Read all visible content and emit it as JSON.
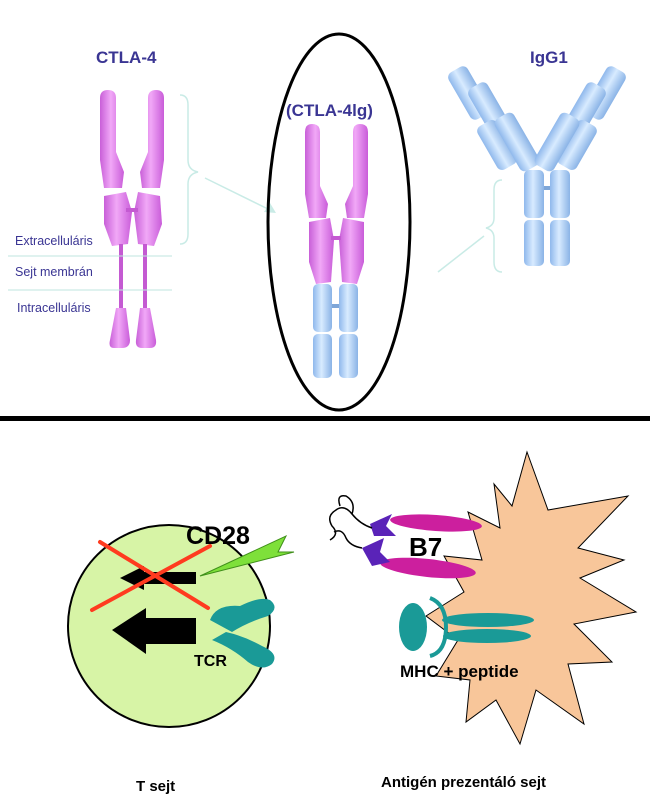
{
  "top": {
    "ctla4_label": "CTLA-4",
    "ctla4ig_label": "(CTLA-4lg)",
    "igg1_label": "IgG1",
    "membrane_labels": {
      "extracellular": "Extracelluláris",
      "membrane": "Sejt membrán",
      "intracellular": "Intracelluláris"
    }
  },
  "bottom": {
    "cd28_label": "CD28",
    "tcr_label": "TCR",
    "b7_label": "B7",
    "mhc_label": "MHC + peptide",
    "t_cell_label": "T sejt",
    "apc_label": "Antigén prezentáló sejt"
  },
  "colors": {
    "ctla4": "#d978e6",
    "igg": "#a9cdf4",
    "t_cell": "#d7f4a6",
    "apc": "#f8c69a",
    "cross": "#ff3b1f",
    "receptor": "#1a9a97",
    "b7": "#cc1f9e",
    "ligand": "#5a23b8",
    "signal": "#7ee03a"
  }
}
